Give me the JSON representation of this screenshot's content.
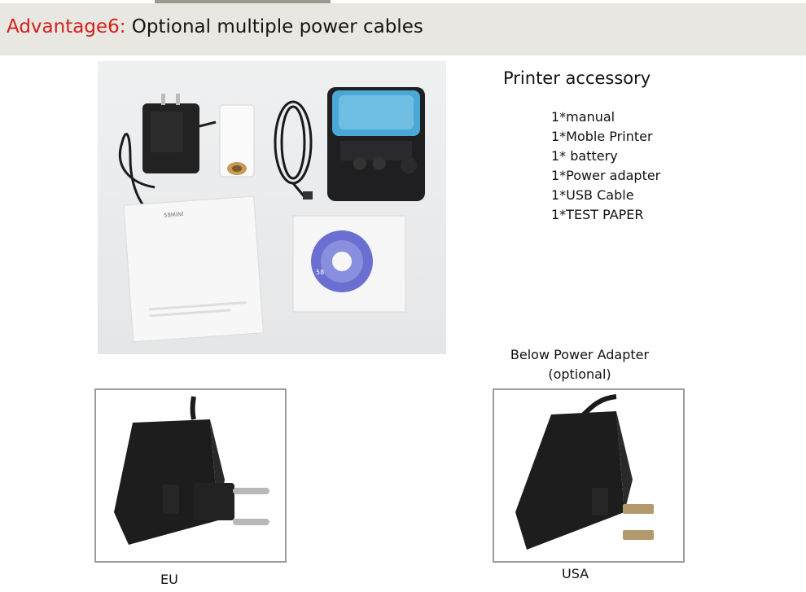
{
  "banner": {
    "accent_text": "Advantage6:",
    "title_text": " Optional multiple power cables",
    "accent_color": "#d4201c",
    "background_color": "#e9e7e1"
  },
  "main_photo": {
    "manual_text": "58MINI",
    "cd_text": "58"
  },
  "accessory": {
    "title": "Printer accessory",
    "items": [
      "1*manual",
      "1*Moble Printer",
      "1* battery",
      "1*Power adapter",
      "1*USB Cable",
      "1*TEST PAPER"
    ]
  },
  "optional": {
    "line1": "Below Power Adapter",
    "line2": "(optional)"
  },
  "adapters": {
    "eu_label": "EU",
    "us_label": "USA"
  },
  "icons": {
    "main_photo": "printer-kit-photo",
    "eu": "eu-plug-adapter-photo",
    "us": "us-plug-adapter-photo"
  }
}
